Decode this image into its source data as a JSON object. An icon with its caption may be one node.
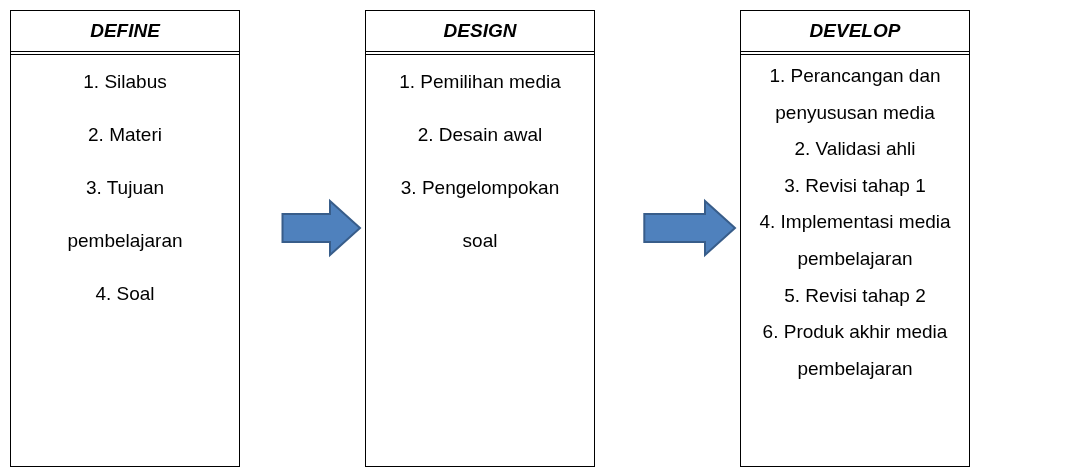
{
  "diagram": {
    "nodes": [
      {
        "text": [
          "DEFINE",
          "1. Silabus",
          "2. Materi",
          "3. Tujuan pembelajaran",
          "4. Soal"
        ]
      },
      {
        "text": [
          "DESIGN",
          "1. Pemilihan media",
          "2. Desain awal",
          "3. Pengelompokan soal"
        ]
      },
      {
        "text": [
          "DEVELOP",
          "1. Perancangan dan penyususan media",
          "2. Validasi ahli",
          "3. Revisi tahap 1",
          "4. Implementasi media pembelajaran",
          "5. Revisi tahap 2",
          "6. Produk akhir media pembelajaran"
        ]
      }
    ],
    "edges": [
      {
        "from": 0,
        "to": 1,
        "arrow": "to"
      },
      {
        "from": 1,
        "to": 2,
        "arrow": "to"
      }
    ]
  }
}
